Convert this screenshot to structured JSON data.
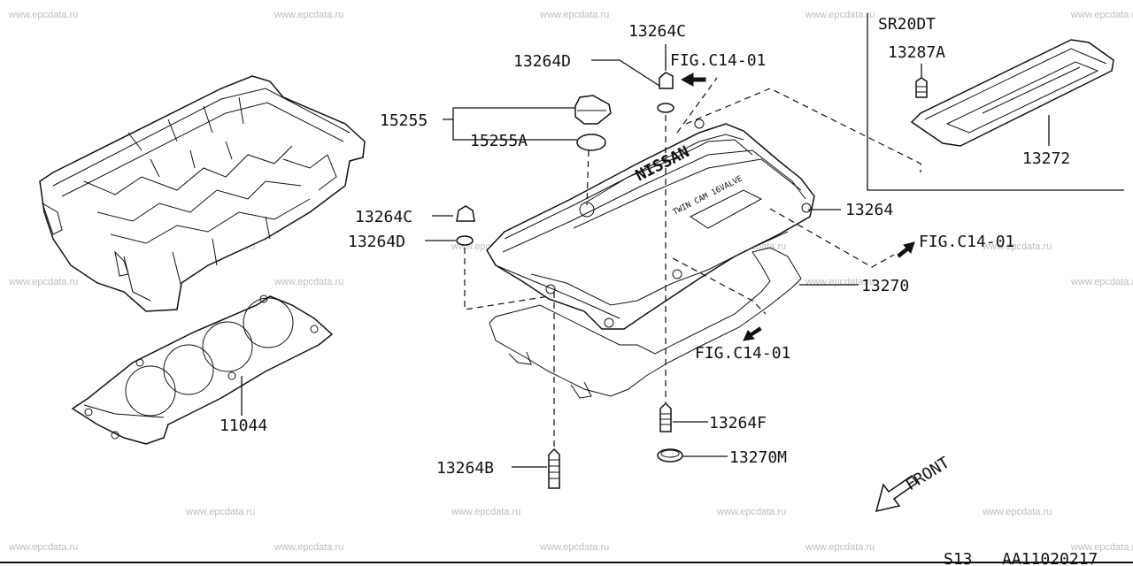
{
  "watermark": "www.epcdata.ru",
  "variant": "SR20DT",
  "labels": {
    "p13264C_top": "13264C",
    "p13264D_top": "13264D",
    "fig_top": "FIG.C14-01",
    "p15255": "15255",
    "p15255A": "15255A",
    "p13264C_left": "13264C",
    "p13264D_left": "13264D",
    "p13264": "13264",
    "fig_right": "FIG.C14-01",
    "p13270": "13270",
    "fig_bottom": "FIG.C14-01",
    "p13264F": "13264F",
    "p13270M": "13270M",
    "p13264B": "13264B",
    "p11044": "11044",
    "p13287A": "13287A",
    "p13272": "13272",
    "front": "FRONT",
    "cover_brand": "NISSAN",
    "cover_text": "TWIN CAM 16VALVE"
  },
  "footer": {
    "section": "S13",
    "code": "AA11020217"
  }
}
